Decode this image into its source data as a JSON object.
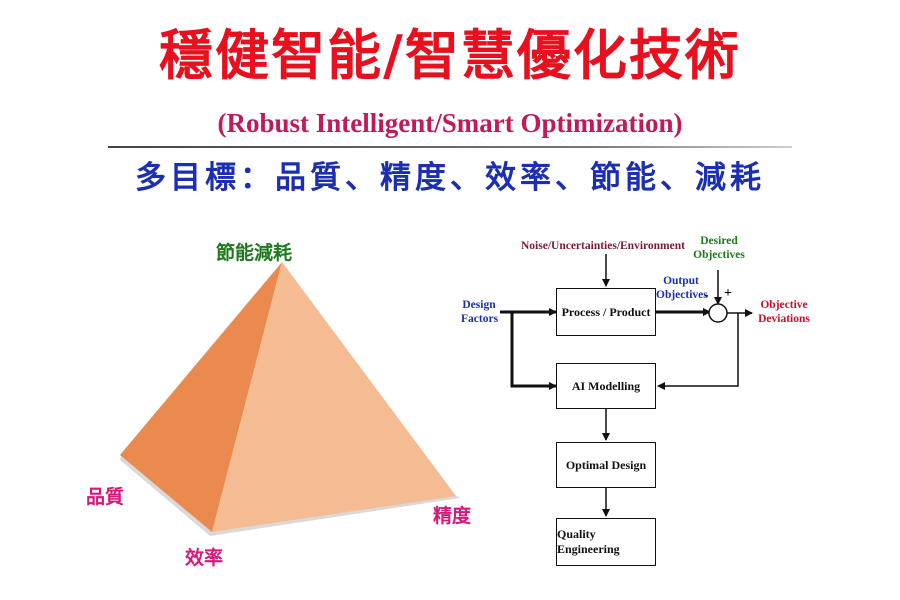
{
  "header": {
    "title": "穩健智能/智慧優化技術",
    "subtitle": "(Robust Intelligent/Smart Optimization)",
    "objectives": "多目標：品質、精度、效率、節能、減耗"
  },
  "pyramid": {
    "apex_label": "節能減耗",
    "left_label": "品質",
    "bottom_label": "效率",
    "right_label": "精度",
    "colors": {
      "dark_face": "#ea8a4f",
      "light_face": "#f5bb93",
      "shadow": "#d9d9d9"
    }
  },
  "flow": {
    "noise_label": "Noise/Uncertainties/Environment",
    "design_factors_line1": "Design",
    "design_factors_line2": "Factors",
    "process_box": "Process / Product",
    "output_objectives_line1": "Output",
    "output_objectives_line2": "Objectives",
    "desired_objectives_line1": "Desired",
    "desired_objectives_line2": "Objectives",
    "minus_sign": "-",
    "plus_sign": "+",
    "objective_deviations_line1": "Objective",
    "objective_deviations_line2": "Deviations",
    "ai_box": "AI Modelling",
    "optimal_box": "Optimal Design",
    "quality_box": "Quality Engineering",
    "colors": {
      "noise": "#7a1a3a",
      "design": "#1b2fb0",
      "output": "#1b2fb0",
      "desired": "#1f7a1f",
      "deviation": "#c8102e"
    }
  }
}
